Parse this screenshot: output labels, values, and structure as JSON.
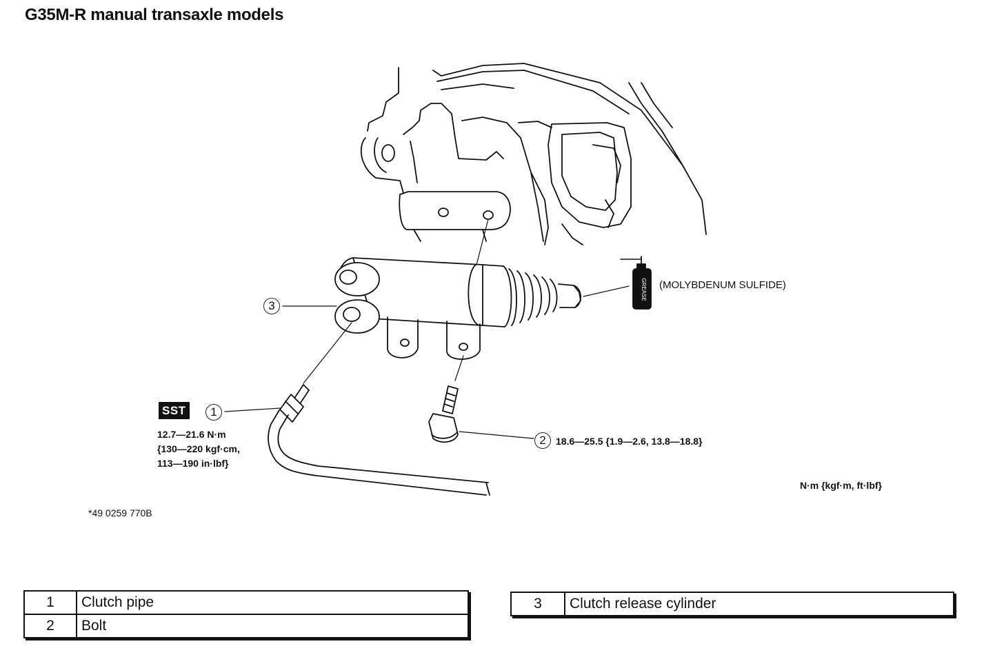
{
  "title": "G35M-R manual transaxle models",
  "callouts": {
    "one": "1",
    "two": "2",
    "three": "3"
  },
  "sst_badge": "SST",
  "grease_label": "(MOLYBDENUM SULFIDE)",
  "grease_can_text": "GREASE",
  "torque_pipe": {
    "line1": "12.7—21.6 N·m",
    "line2": "{130—220 kgf·cm,",
    "line3": "113—190 in·lbf}"
  },
  "torque_bolt": "18.6—25.5 {1.9—2.6, 13.8—18.8}",
  "units_note": "N·m {kgf·m, ft·lbf}",
  "sst_number": "*49 0259 770B",
  "legend_left": [
    {
      "num": "1",
      "name": "Clutch pipe"
    },
    {
      "num": "2",
      "name": "Bolt"
    }
  ],
  "legend_right": [
    {
      "num": "3",
      "name": "Clutch release cylinder"
    }
  ],
  "colors": {
    "ink": "#111111",
    "paper": "#ffffff"
  }
}
